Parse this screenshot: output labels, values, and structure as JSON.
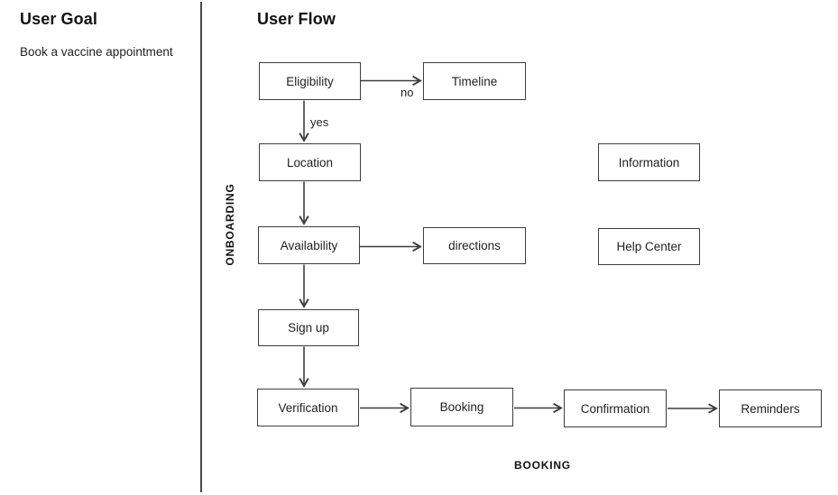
{
  "colors": {
    "line": "#3d3d3d",
    "text": "#1f1f1f",
    "background": "#ffffff"
  },
  "left_panel": {
    "title": "User Goal",
    "goal_text": "Book a vaccine appointment"
  },
  "flow": {
    "title": "User Flow",
    "nodes": [
      {
        "id": "eligibility",
        "label": "Eligibility"
      },
      {
        "id": "timeline",
        "label": "Timeline"
      },
      {
        "id": "location",
        "label": "Location"
      },
      {
        "id": "information",
        "label": "Information"
      },
      {
        "id": "availability",
        "label": "Availability"
      },
      {
        "id": "directions",
        "label": "directions"
      },
      {
        "id": "help-center",
        "label": "Help Center"
      },
      {
        "id": "sign-up",
        "label": "Sign up"
      },
      {
        "id": "verification",
        "label": "Verification"
      },
      {
        "id": "booking",
        "label": "Booking"
      },
      {
        "id": "confirmation",
        "label": "Confirmation"
      },
      {
        "id": "reminders",
        "label": "Reminders"
      }
    ],
    "edge_labels": {
      "no": "no",
      "yes": "yes"
    },
    "section_labels": {
      "onboarding": "ONBOARDING",
      "booking": "BOOKING"
    },
    "edges": [
      {
        "from": "Eligibility",
        "to": "Timeline",
        "label": "no"
      },
      {
        "from": "Eligibility",
        "to": "Location",
        "label": "yes"
      },
      {
        "from": "Location",
        "to": "Availability",
        "label": ""
      },
      {
        "from": "Availability",
        "to": "directions",
        "label": ""
      },
      {
        "from": "Availability",
        "to": "Sign up",
        "label": ""
      },
      {
        "from": "Sign up",
        "to": "Verification",
        "label": ""
      },
      {
        "from": "Verification",
        "to": "Booking",
        "label": ""
      },
      {
        "from": "Booking",
        "to": "Confirmation",
        "label": ""
      },
      {
        "from": "Confirmation",
        "to": "Reminders",
        "label": ""
      }
    ]
  }
}
